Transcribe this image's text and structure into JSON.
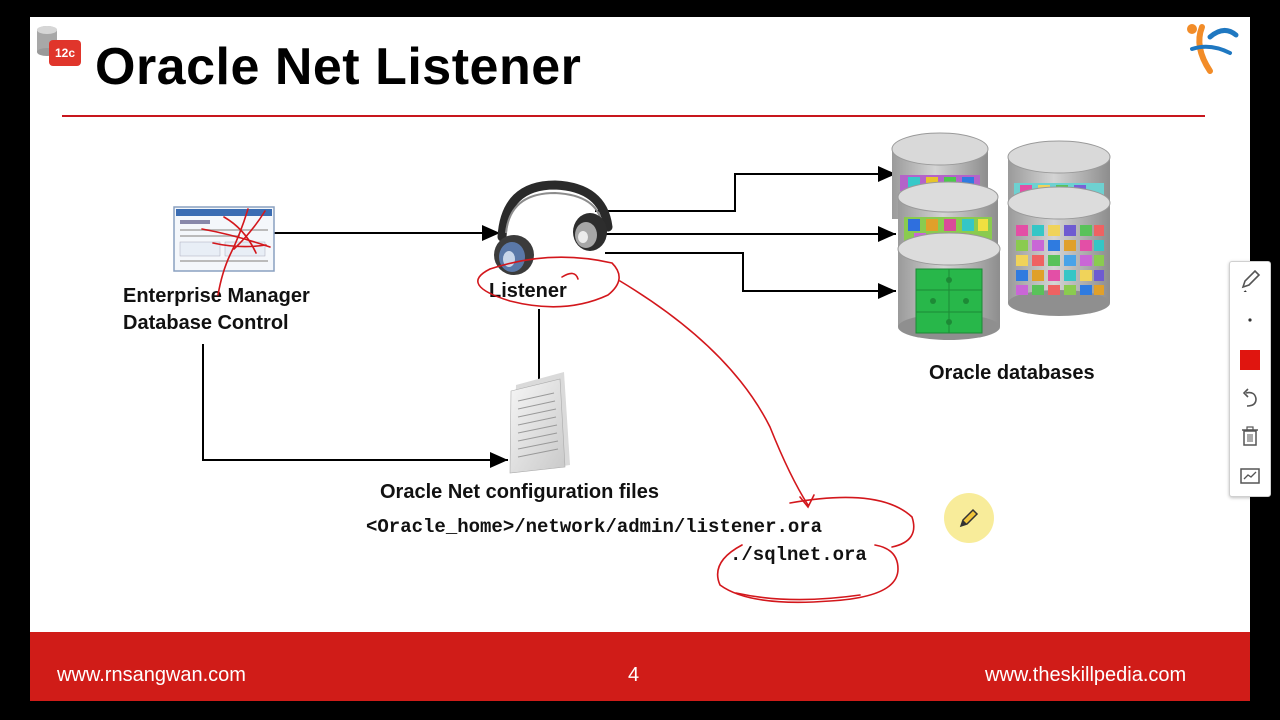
{
  "slide": {
    "title": "Oracle Net Listener",
    "version_badge": "12c",
    "page_number": "4"
  },
  "diagram": {
    "em_label_line1": "Enterprise Manager",
    "em_label_line2": "Database Control",
    "listener_label": "Listener",
    "databases_label": "Oracle databases",
    "config_label": "Oracle Net configuration files",
    "path_line1": "<Oracle_home>/network/admin/listener.ora",
    "path_line2": "./sqlnet.ora"
  },
  "footer": {
    "left_url": "www.rnsangwan.com",
    "right_url": "www.theskillpedia.com"
  },
  "annotation_toolbar": {
    "tools": [
      "pen-icon",
      "dot-size-icon",
      "color-swatch",
      "undo-icon",
      "trash-icon",
      "whiteboard-icon"
    ],
    "active_color": "#e0150f"
  },
  "colors": {
    "accent": "#c8161d",
    "footer": "#d01c18",
    "ink": "#d3171c"
  }
}
